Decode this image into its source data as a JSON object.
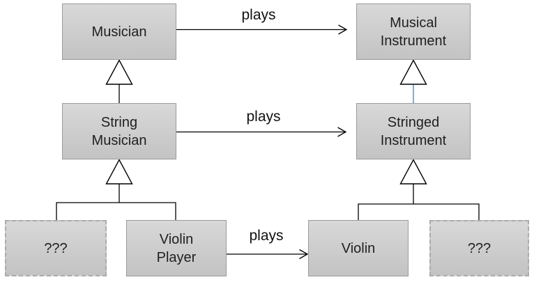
{
  "diagram": {
    "type": "uml-class-diagram",
    "colors": {
      "node_fill_top": "#d8d8d8",
      "node_fill_bottom": "#c3c3c3",
      "node_border": "#9b9b9b",
      "dashed_node_border": "#ababab",
      "connector": "#000000",
      "generalization_blue": "#5b9bd5",
      "text": "#1f1f1f"
    },
    "nodes": [
      {
        "id": "musician",
        "line1": "Musician",
        "line2": "",
        "border": "solid"
      },
      {
        "id": "musical-instrument",
        "line1": "Musical",
        "line2": "Instrument",
        "border": "solid"
      },
      {
        "id": "string-musician",
        "line1": "String",
        "line2": "Musician",
        "border": "solid"
      },
      {
        "id": "stringed-instrument",
        "line1": "Stringed",
        "line2": "Instrument",
        "border": "solid"
      },
      {
        "id": "unknown-left",
        "line1": "???",
        "line2": "",
        "border": "dashed"
      },
      {
        "id": "violin-player",
        "line1": "Violin",
        "line2": "Player",
        "border": "solid"
      },
      {
        "id": "violin",
        "line1": "Violin",
        "line2": "",
        "border": "solid"
      },
      {
        "id": "unknown-right",
        "line1": "???",
        "line2": "",
        "border": "dashed"
      }
    ],
    "edges": [
      {
        "from": "musician",
        "to": "musical-instrument",
        "label": "plays",
        "type": "association-arrow"
      },
      {
        "from": "string-musician",
        "to": "stringed-instrument",
        "label": "plays",
        "type": "association-arrow"
      },
      {
        "from": "violin-player",
        "to": "violin",
        "label": "plays",
        "type": "association-arrow"
      },
      {
        "from": "string-musician",
        "to": "musician",
        "type": "generalization"
      },
      {
        "from": "stringed-instrument",
        "to": "musical-instrument",
        "type": "generalization",
        "line_color": "#5b9bd5"
      },
      {
        "from": "unknown-left",
        "to": "string-musician",
        "type": "generalization"
      },
      {
        "from": "violin-player",
        "to": "string-musician",
        "type": "generalization"
      },
      {
        "from": "violin",
        "to": "stringed-instrument",
        "type": "generalization"
      },
      {
        "from": "unknown-right",
        "to": "stringed-instrument",
        "type": "generalization"
      }
    ]
  }
}
